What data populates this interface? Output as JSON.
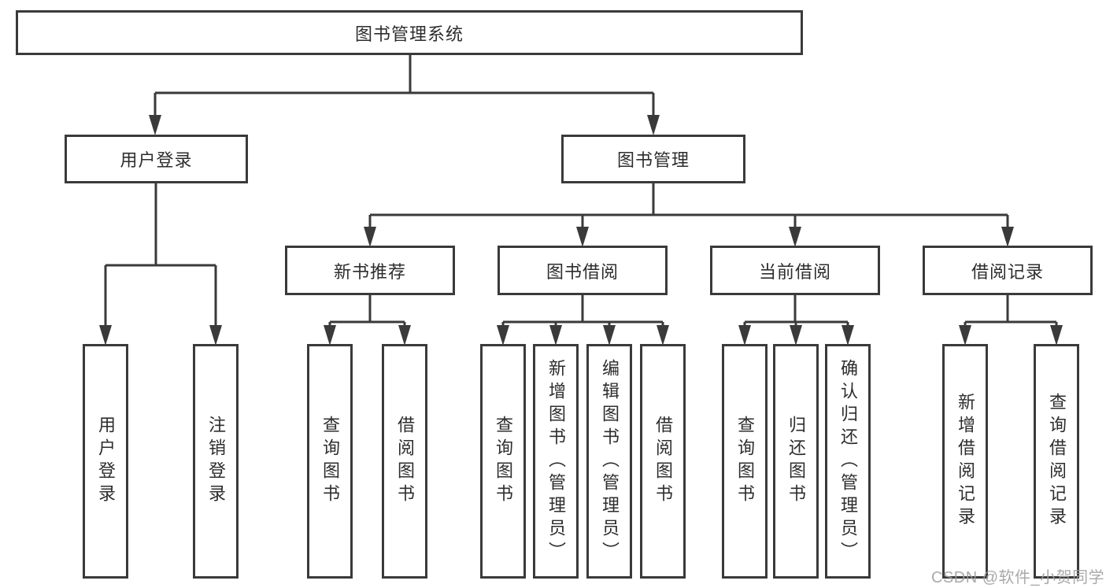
{
  "diagram": {
    "root": {
      "label": "图书管理系统"
    },
    "branches": [
      {
        "label": "用户登录",
        "children": [
          {
            "label": "用户登录"
          },
          {
            "label": "注销登录"
          }
        ]
      },
      {
        "label": "图书管理",
        "children": [
          {
            "label": "新书推荐",
            "children": [
              {
                "label": "查询图书"
              },
              {
                "label": "借阅图书"
              }
            ]
          },
          {
            "label": "图书借阅",
            "children": [
              {
                "label": "查询图书"
              },
              {
                "label": "新增图书（管理员）"
              },
              {
                "label": "编辑图书（管理员）"
              },
              {
                "label": "借阅图书"
              }
            ]
          },
          {
            "label": "当前借阅",
            "children": [
              {
                "label": "查询图书"
              },
              {
                "label": "归还图书"
              },
              {
                "label": "确认归还（管理员）"
              }
            ]
          },
          {
            "label": "借阅记录",
            "children": [
              {
                "label": "新增借阅记录"
              },
              {
                "label": "查询借阅记录"
              }
            ]
          }
        ]
      }
    ],
    "watermark": "CSDN @软件_小贺同学",
    "colors": {
      "line": "#3a3a3a",
      "text": "#2d2d2d",
      "watermark": "#9e9e9e",
      "background": "#ffffff"
    }
  }
}
